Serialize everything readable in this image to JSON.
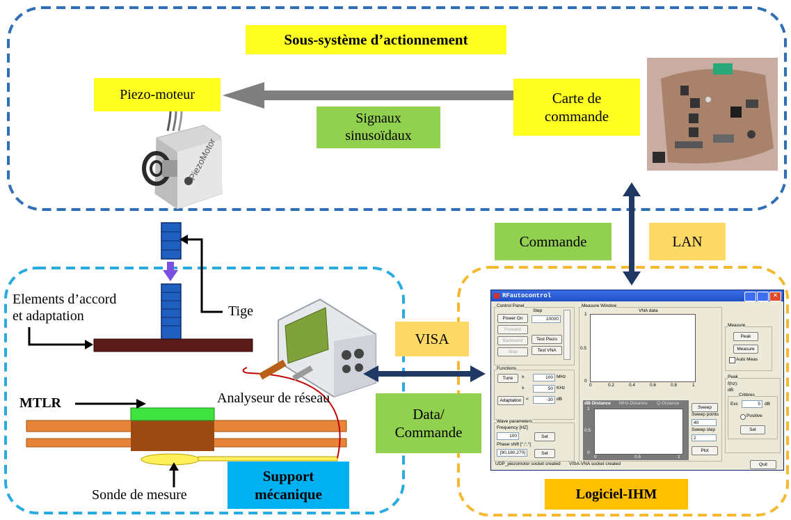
{
  "top_section": {
    "title": "Sous-système d’actionnement",
    "piezo_label": "Piezo-moteur",
    "carte_label_line1": "Carte de",
    "carte_label_line2": "commande",
    "signal_label_line1": "Signaux",
    "signal_label_line2": "sinusoïdaux",
    "motor_brand": "PiezoMotor"
  },
  "connections": {
    "commande": "Commande",
    "lan": "LAN",
    "visa": "VISA",
    "data_line1": "Data/",
    "data_line2": "Commande"
  },
  "left_section": {
    "elements_line1": "Elements d’accord",
    "elements_line2": "et adaptation",
    "tige": "Tige",
    "mtlr": "MTLR",
    "analyseur": "Analyseur de réseau",
    "sonde": "Sonde de mesure",
    "support_line1": "Support",
    "support_line2": "mécanique"
  },
  "software": {
    "label": "Logiciel-IHM",
    "window_title": "RFautocontrol",
    "control_panel": "Control Panel",
    "step_label": "Step",
    "step_value": "10000",
    "buttons": {
      "power_on": "Power On",
      "forward": "Forward",
      "backward": "Backward",
      "stop": "Stop",
      "test_piezo": "Test Piezo",
      "test_vna": "Test VNA",
      "tune": "Tune",
      "adaptation": "Adaptation",
      "set1": "Set",
      "set2": "Set",
      "peak": "Peak",
      "measure": "Measure",
      "sweep": "Sweep",
      "plot": "Plot",
      "set3": "Set",
      "quit": "Quit"
    },
    "functions": "Functions",
    "tune_value": "100",
    "tune_unit": "MHz",
    "tune_sym": "±",
    "pm_sym": "±",
    "pm_value": "50",
    "pm_unit": "KHz",
    "adapt_sym": "<",
    "adapt_value": "-30",
    "adapt_unit": "dB",
    "wave_params": "Wave parameters",
    "frequency_label": "Frequency [HZ]",
    "frequency_value": "100",
    "phase_label": "Phase shift [°,°,°]",
    "phase_value": "[90,180,270]",
    "measure_window": "Measure Window",
    "vna_data": "VNA data",
    "y_ticks": [
      "1",
      "0.5",
      "0"
    ],
    "x_ticks": [
      "0",
      "0.2",
      "0.4",
      "0.6",
      "0.8",
      "1"
    ],
    "tabs": [
      "dB-Distance",
      "MHz-Distance",
      "Q-Distance"
    ],
    "small_y_ticks": [
      "1",
      "0.5",
      "0"
    ],
    "small_x_ticks": [
      "0",
      "0.5",
      "1"
    ],
    "sweep_points_label": "Sweep points",
    "sweep_points_value": "40",
    "sweep_step_label": "Sweep step",
    "sweep_step_value": "2",
    "measure_group": "Measure",
    "auto_meas": "Auto Meas",
    "peak_group": "Peak",
    "f_hz": "f(hz):",
    "db": "dB:",
    "criteres": "Critères",
    "exc_label": "Exc",
    "exc_value": "5",
    "exc_unit": "dB",
    "positive": "Positive",
    "status_left": "UDP_piezomotor socket created",
    "status_right": "VISA-VNA socket created"
  },
  "colors": {
    "top_border": "#2f6fb5",
    "left_border": "#29abe2",
    "right_border": "#f5b82e",
    "arrow_gray": "#7f7f7f",
    "arrow_navy": "#1f3864",
    "purple_arrow": "#7b4fe0"
  }
}
